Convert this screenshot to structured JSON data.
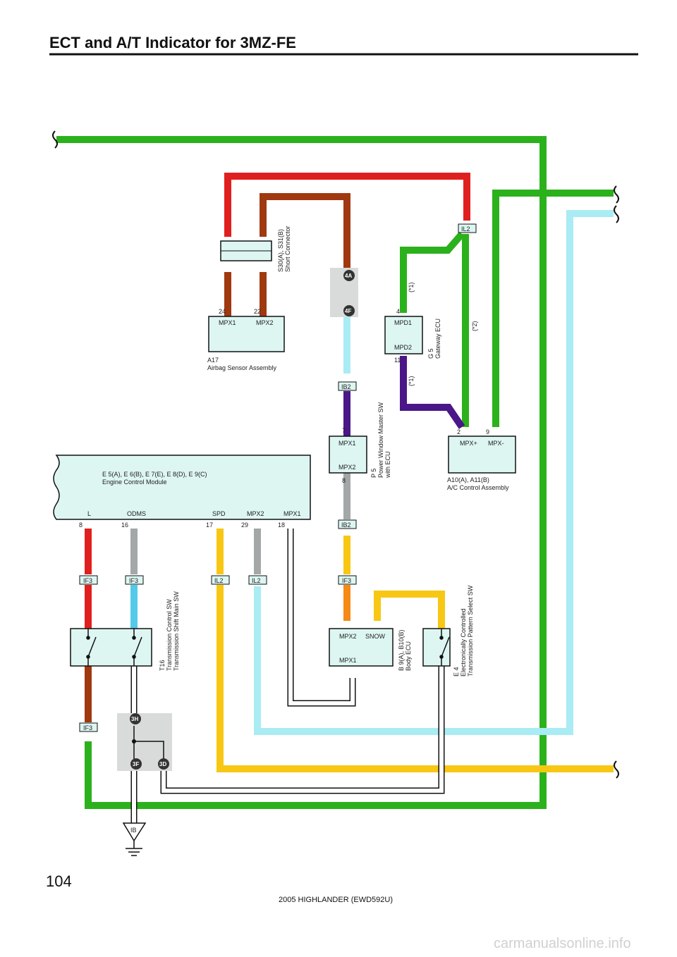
{
  "title": "ECT and A/T Indicator for 3MZ-FE",
  "page_number": "104",
  "footer": "2005 HIGHLANDER (EWD592U)",
  "watermark": "carmanualsonline.info",
  "wire_colors": {
    "R": "#e0201e",
    "BR": "#a0390f",
    "G": "#2bb11c",
    "SB": "#a9ecf4",
    "V": "#4a1688",
    "GR": "#a3a7a7",
    "Y": "#f7c714",
    "L": "#55c9ea",
    "O": "#f58a15",
    "W": "#ffffff",
    "WB": "#ffffff"
  },
  "components": {
    "short_connector": {
      "line1": "S30(A), S31(B)",
      "line2": "Short Connector"
    },
    "airbag": {
      "id": "A17",
      "name": "Airbag Sensor Assembly",
      "pin_left": "MPX1",
      "pin_right": "MPX2",
      "pin_left_no": "24",
      "pin_right_no": "22"
    },
    "gateway": {
      "id": "G 5",
      "name": "Gateway ECU",
      "pin_top": "MPD1",
      "pin_bottom": "MPD2",
      "pin_top_no": "4",
      "pin_bottom_no": "11"
    },
    "power_window": {
      "id": "P 5",
      "name": "Power Window Master SW",
      "name2": "with ECU",
      "pin_top": "MPX1",
      "pin_bottom": "MPX2",
      "pin_top_no": "7",
      "pin_bottom_no": "8"
    },
    "ac": {
      "id": "A10(A), A11(B)",
      "name": "A/C Control Assembly",
      "pin_left": "MPX+",
      "pin_right": "MPX-",
      "pin_left_no": "2",
      "pin_right_no": "9"
    },
    "ecm": {
      "id": "E 5(A), E 6(B), E 7(E), E 8(D), E 9(C)",
      "name": "Engine Control Module",
      "pins": [
        "L",
        "ODMS",
        "SPD",
        "MPX2",
        "MPX1"
      ],
      "pin_nos": [
        "8",
        "16",
        "17",
        "29",
        "18"
      ]
    },
    "trans_sw": {
      "id": "T16",
      "name": "Transmission Control SW",
      "name2": "Transmission Shift Main SW"
    },
    "body_ecu": {
      "id": "B 9(A), B10(B)",
      "name": "Body ECU",
      "pin_tl": "MPX2",
      "pin_tr": "SNOW",
      "pin_bl": "MPX1"
    },
    "ect_sw": {
      "id": "E 4",
      "name": "Electronically Controlled",
      "name2": "Transmission Pattern Select SW"
    }
  },
  "connectors": {
    "il2": "IL2",
    "ib2": "IB2",
    "if3": "IF3",
    "j4a": "4A",
    "j4f": "4F",
    "j3h": "3H",
    "j3f": "3F",
    "j3d": "3D",
    "ground": "IB"
  },
  "notes": {
    "n1": "(*1)",
    "n2": "(*2)"
  }
}
